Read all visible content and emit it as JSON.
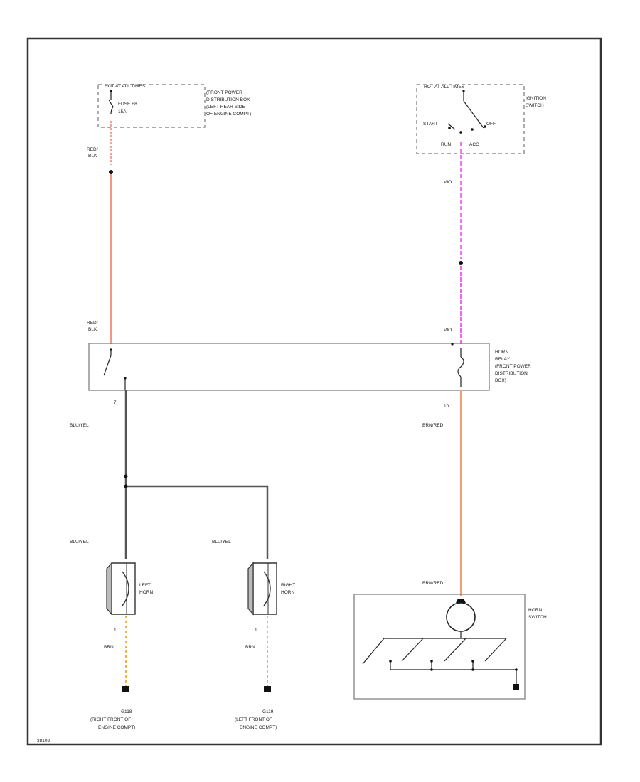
{
  "diagram": {
    "fuse_box": {
      "hot_label": "HOT AT ALL TIMES",
      "fuse_label": "FUSE F8",
      "fuse_rating": "15A",
      "location": [
        "(FRONT POWER",
        "DISTRIBUTION BOX",
        "(LEFT REAR SIDE",
        "OF ENGINE COMPT)"
      ]
    },
    "ignition": {
      "hot_label": "HOT AT ALL TIMES",
      "name": [
        "IGNITION",
        "SWITCH"
      ],
      "start": "START",
      "off": "OFF",
      "run": "RUN",
      "acc": "ACC"
    },
    "wires": {
      "red_blk_1": [
        "RED/",
        "BLK"
      ],
      "red_blk_2": [
        "RED/",
        "BLK"
      ],
      "vio_1": "VIO",
      "vio_2": "VIO",
      "blu_yel_1": "BLU/YEL",
      "blu_yel_2": "BLU/YEL",
      "blu_yel_3": "BLU/YEL",
      "brn_red_1": "BRN/RED",
      "brn_red_2": "BRN/RED",
      "brn_1": "BRN",
      "brn_2": "BRN"
    },
    "relay": {
      "name": [
        "HORN",
        "RELAY",
        "(FRONT POWER",
        "DISTRIBUTION",
        "BOX)"
      ],
      "pin_left": "7",
      "pin_right": "10"
    },
    "horns": {
      "left": [
        "LEFT",
        "HORN"
      ],
      "right": [
        "RIGHT",
        "HORN"
      ],
      "left_pin": "1",
      "right_pin": "1"
    },
    "grounds": {
      "left": [
        "G118",
        "(RIGHT FRONT OF",
        "ENGINE COMPT)"
      ],
      "right": [
        "G119",
        "(LEFT FRONT OF",
        "ENGINE COMPT)"
      ]
    },
    "horn_switch": {
      "name": [
        "HORN",
        "SWITCH"
      ]
    },
    "corner_id": "38102"
  },
  "colors": {
    "red_blk": "#f08a7a",
    "violet": "#ee66ee",
    "blu_yel": "#555555",
    "brn_red": "#f2a07a",
    "brn": "#e8b840"
  }
}
